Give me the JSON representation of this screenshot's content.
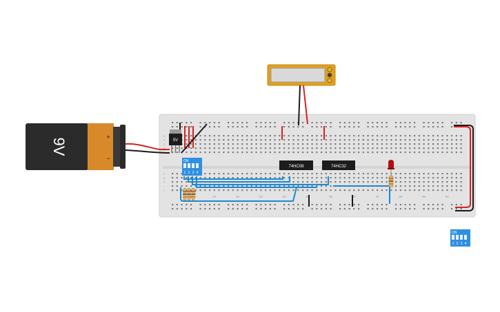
{
  "battery": {
    "label": "9V",
    "plus": "+",
    "minus": "−"
  },
  "regulator": {
    "label": "5V"
  },
  "dip_switch_main": {
    "on_label": "ON",
    "numbers": [
      "1",
      "2",
      "3",
      "4"
    ]
  },
  "dip_switch_spare": {
    "on_label": "ON",
    "numbers": [
      "1",
      "2",
      "3",
      "4"
    ]
  },
  "chips": [
    {
      "label": "74HC08"
    },
    {
      "label": "74HC32"
    }
  ],
  "breadboard": {
    "column_numbers": [
      "5",
      "10",
      "15",
      "20",
      "25",
      "30",
      "35",
      "40",
      "45",
      "50",
      "55",
      "60"
    ],
    "row_letters": [
      "a",
      "b",
      "c",
      "d",
      "e",
      "f",
      "g",
      "h",
      "i",
      "j"
    ]
  },
  "colors": {
    "battery_body": "#2b2b2b",
    "battery_label": "#d88a2a",
    "breadboard": "#e3e3e3",
    "wire_red": "#d62020",
    "wire_black": "#1a1a1a",
    "wire_blue": "#1a8ad6",
    "dip_blue": "#2f8fe0",
    "led_red": "#b01010",
    "multimeter_frame": "#e0a020"
  }
}
